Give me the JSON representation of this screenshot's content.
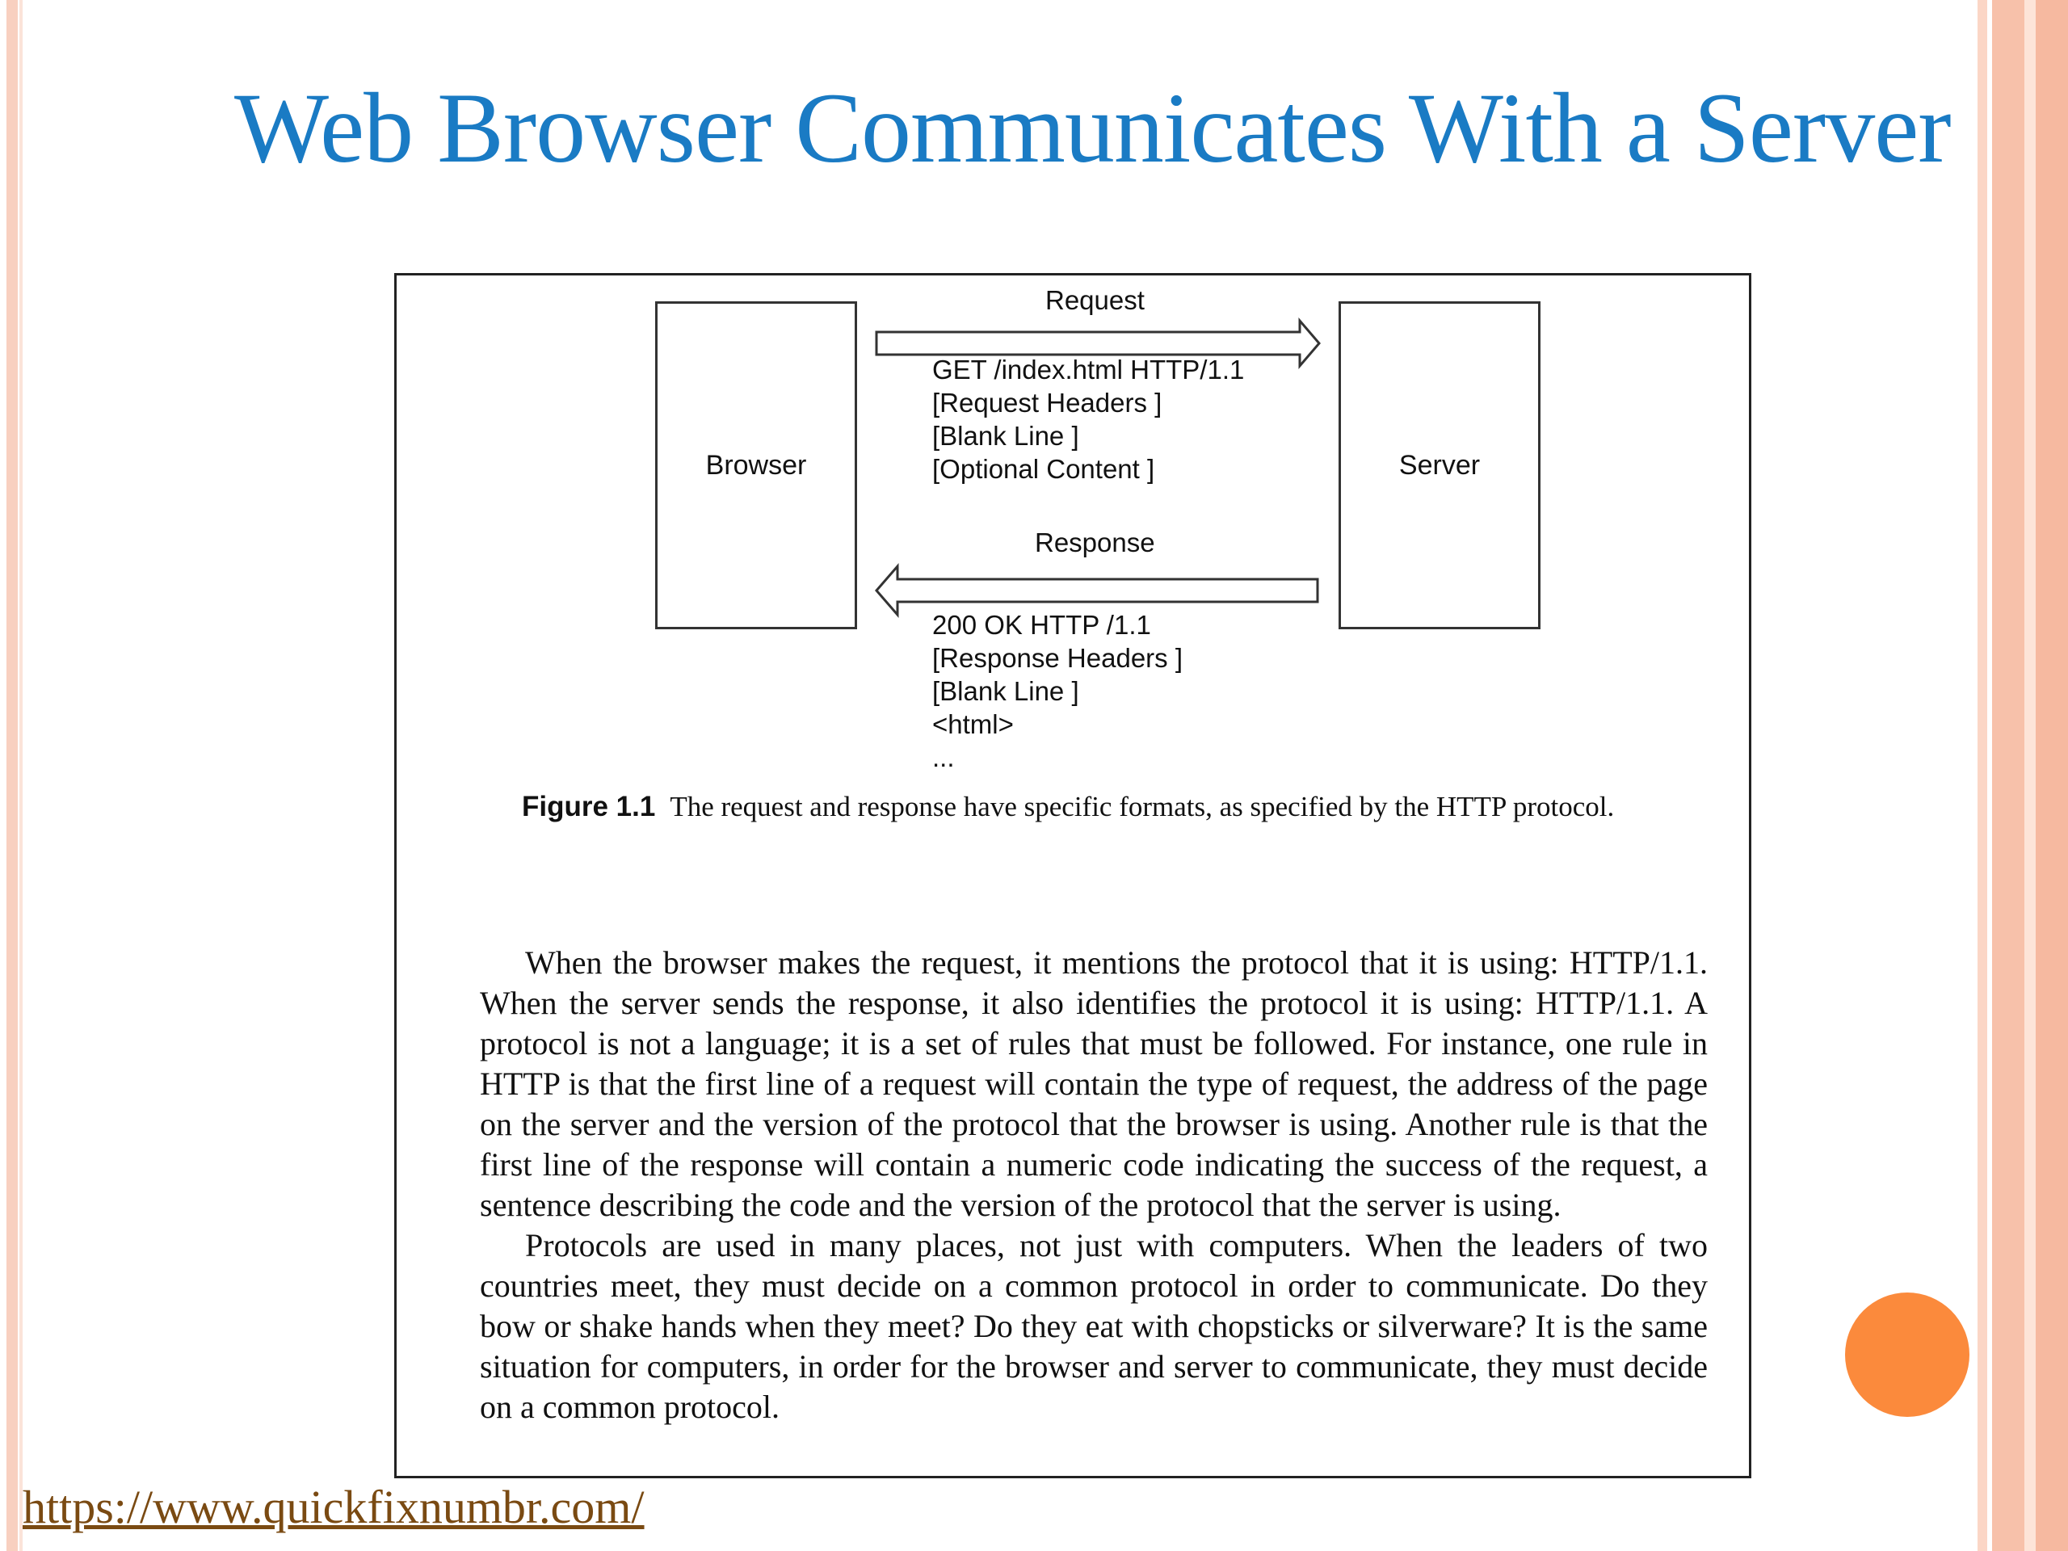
{
  "slide": {
    "title": "Web Browser Communicates With a Server",
    "link": "https://www.quickfixnumbr.com/"
  },
  "figure": {
    "browser_label": "Browser",
    "server_label": "Server",
    "request_label": "Request",
    "response_label": "Response",
    "request_lines": [
      "GET /index.html HTTP/1.1",
      "[Request Headers ]",
      "[Blank Line ]",
      "[Optional Content ]"
    ],
    "response_lines": [
      "200 OK HTTP /1.1",
      "[Response Headers ]",
      "[Blank Line ]",
      "<html>",
      "..."
    ],
    "caption_number": "Figure 1.1",
    "caption_text": "The request and response have specific formats, as specified by the HTTP protocol."
  },
  "body": {
    "paragraphs": [
      "When the browser makes the request, it mentions the protocol that it is using: HTTP/1.1. When the server sends the response, it also identifies the protocol it is using: HTTP/1.1. A protocol is not a language; it is a set of rules that must be followed. For instance, one rule in HTTP is that the first line of a request will contain the type of request, the address of the page on the server and the version of the protocol that the browser is using. Another rule is that the first line of the response will contain a numeric code indicating the success of the request, a sentence describing the code and the version of the protocol that the server is using.",
      "Protocols are used in many places, not just with computers. When the leaders of two countries meet, they must decide on a common protocol in order to communicate. Do they bow or shake hands when they meet? Do they eat with chopsticks or silverware? It is the same situation for computers, in order for the browser and server to communicate, they must decide on a common protocol."
    ]
  },
  "colors": {
    "title": "#1a7bc4",
    "accent_dot": "#fb8a3c",
    "stripe": "#f7c1aa"
  }
}
